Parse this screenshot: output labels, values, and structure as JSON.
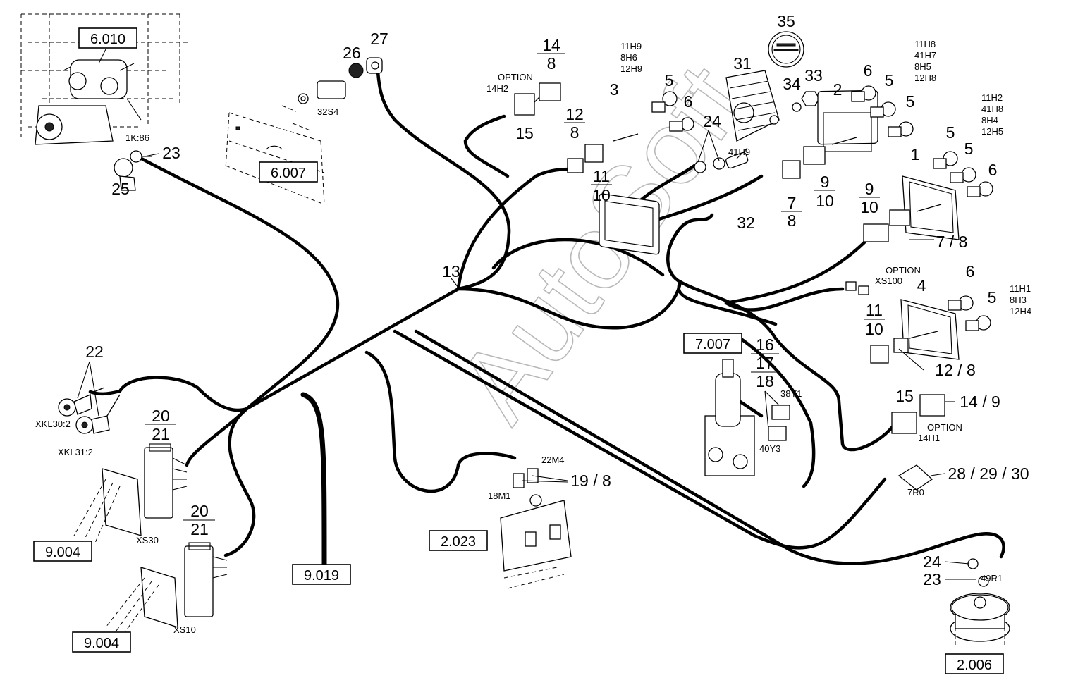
{
  "watermark": "AutoSoft",
  "ref_boxes": {
    "b6010": "6.010",
    "b6007": "6.007",
    "b7007": "7.007",
    "b2023": "2.023",
    "b9004a": "9.004",
    "b9004b": "9.004",
    "b9019": "9.019",
    "b2006": "2.006"
  },
  "part_numbers": {
    "p35": "35",
    "p31": "31",
    "p27": "27",
    "p26": "26",
    "p23a": "23",
    "p25": "25",
    "p14": "14",
    "p8a": "8",
    "p15a": "15",
    "p3": "3",
    "p5a": "5",
    "p6a": "6",
    "p12a": "12",
    "p8b": "8",
    "p11a": "11",
    "p10a": "10",
    "p24a": "24",
    "p34": "34",
    "p33": "33",
    "p2": "2",
    "p6b": "6",
    "p5b": "5",
    "p5c": "5",
    "p32": "32",
    "p9a": "9",
    "p10b": "10",
    "p7a": "7",
    "p8c": "8",
    "p9b": "9",
    "p10c": "10",
    "p1": "1",
    "p5d": "5",
    "p5e": "5",
    "p6c": "6",
    "p78": "7 / 8",
    "p13": "13",
    "p6d": "6",
    "p4": "4",
    "p5f": "5",
    "p11b": "11",
    "p10d": "10",
    "p128": "12 / 8",
    "p16": "16",
    "p17": "17",
    "p18": "18",
    "p15b": "15",
    "p149": "14 / 9",
    "p22": "22",
    "p20a": "20",
    "p21a": "21",
    "p20b": "20",
    "p21b": "21",
    "p198": "19 / 8",
    "p282930": "28 / 29 / 30",
    "p24b": "24",
    "p23b": "23"
  },
  "codes": {
    "c1k86": "1K:86",
    "c32s4": "32S4",
    "c14h2": "14H2",
    "opt1": "OPTION",
    "c41h9": "41H9",
    "g1": [
      "11H9",
      "8H6",
      "12H9"
    ],
    "g2": [
      "11H8",
      "41H7",
      "8H5",
      "12H8"
    ],
    "g3": [
      "11H2",
      "41H8",
      "8H4",
      "12H5"
    ],
    "g4": [
      "11H1",
      "8H3",
      "12H4"
    ],
    "opt2": "OPTION",
    "xs100": "XS100",
    "c38y1": "38Y1",
    "c40y3": "40Y3",
    "opt3": "OPTION",
    "c14h1": "14H1",
    "xkl30": "XKL30:2",
    "xkl31": "XKL31:2",
    "c22m4": "22M4",
    "c18m1": "18M1",
    "xs30": "XS30",
    "xs10": "XS10",
    "c7r0": "7R0",
    "c49r1": "49R1"
  }
}
